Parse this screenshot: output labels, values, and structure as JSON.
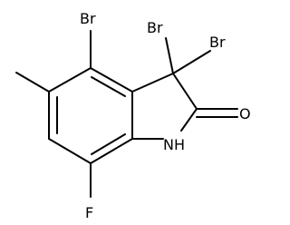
{
  "molecule": {
    "atoms": {
      "br4": "Br",
      "br3a": "Br",
      "br3b": "Br",
      "o": "O",
      "nh": "NH",
      "f": "F"
    }
  }
}
